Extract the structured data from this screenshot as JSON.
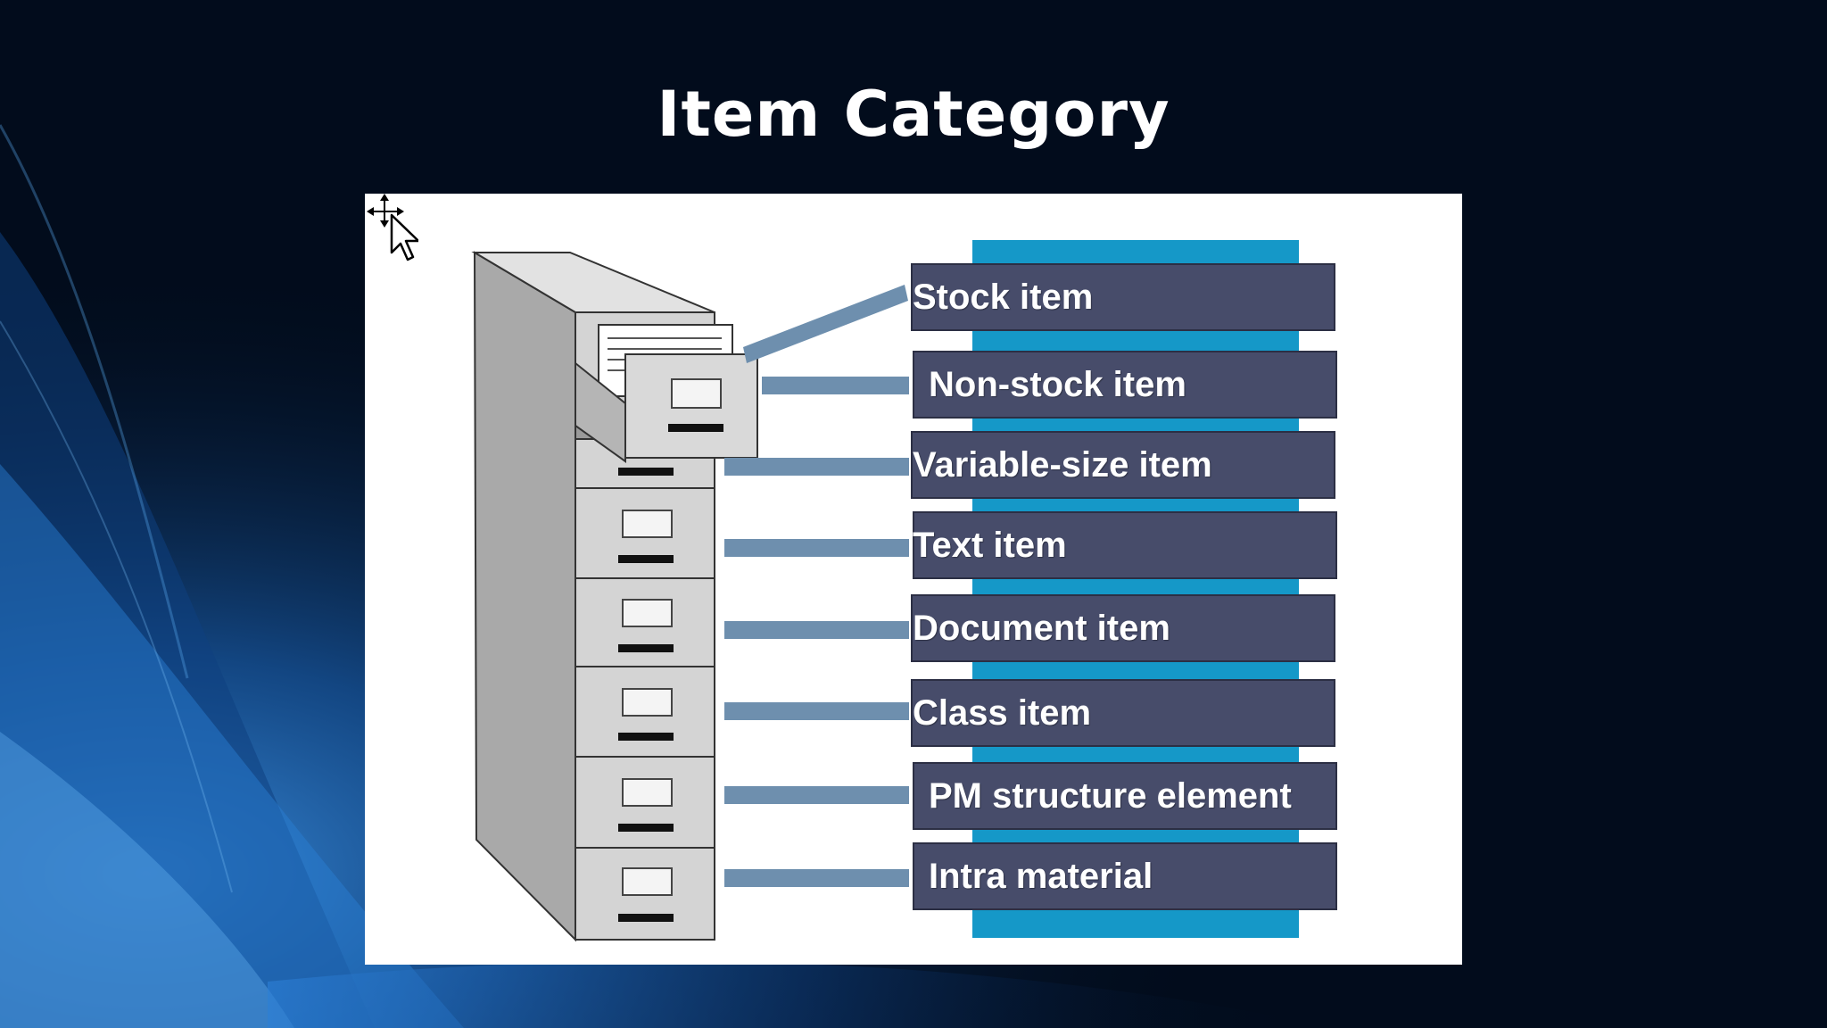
{
  "slide": {
    "title": "Item Category"
  },
  "diagram": {
    "categories": [
      "Stock item",
      "Non-stock item",
      "Variable-size item",
      "Text item",
      "Document item",
      "Class item",
      "PM structure element",
      "Intra material"
    ]
  },
  "colors": {
    "background": "#020c1c",
    "background_accent": "#1a6fc8",
    "label_box": "#474c6a",
    "label_box_stripe": "#1598c8",
    "connector": "#6e8fae",
    "cabinet": "#c8c8c8"
  },
  "icons": {
    "cabinet": "filing-cabinet-icon",
    "cursor": "move-cursor-icon"
  }
}
